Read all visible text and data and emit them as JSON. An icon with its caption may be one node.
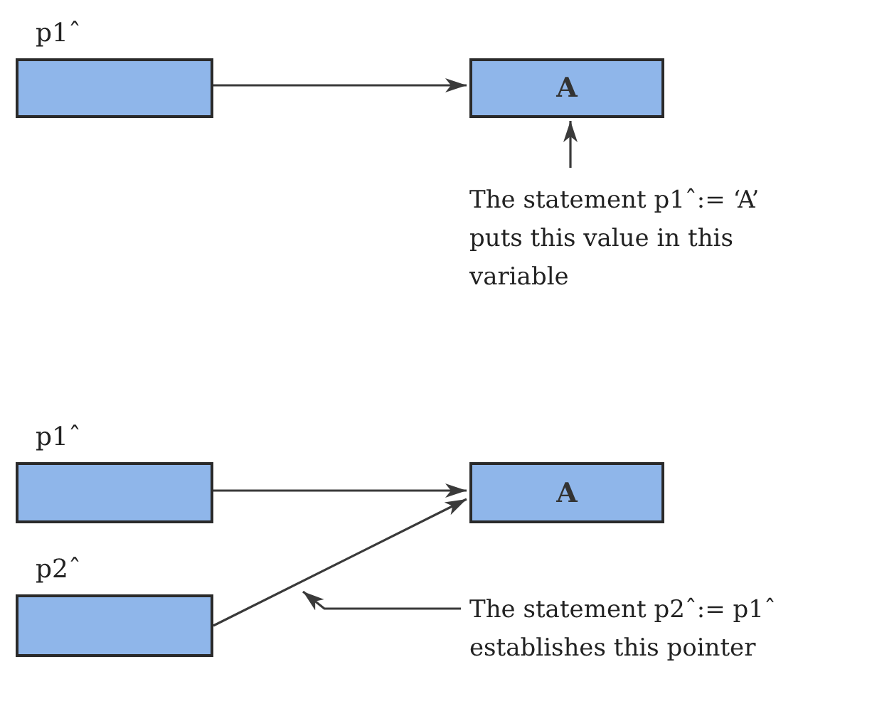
{
  "diagram": {
    "nodes": [
      {
        "text": [
          "p1ˆ"
        ]
      },
      {
        "text": [
          "A"
        ]
      },
      {
        "text": [
          "The statement p1ˆ:= ‘A’ puts this value in this variable"
        ]
      },
      {
        "text": [
          "p1ˆ"
        ]
      },
      {
        "text": [
          "A"
        ]
      },
      {
        "text": [
          "p2ˆ"
        ]
      },
      {
        "text": [
          "The statement p2ˆ:= p1ˆ establishes this pointer"
        ]
      }
    ],
    "edges": [
      {
        "from": 0,
        "to": 1,
        "arrow": "to"
      },
      {
        "from": 2,
        "to": 1,
        "arrow": "to"
      },
      {
        "from": 3,
        "to": 4,
        "arrow": "to"
      },
      {
        "from": 5,
        "to": 4,
        "arrow": "to"
      },
      {
        "from": 6,
        "to": null,
        "arrow": "to"
      }
    ]
  }
}
